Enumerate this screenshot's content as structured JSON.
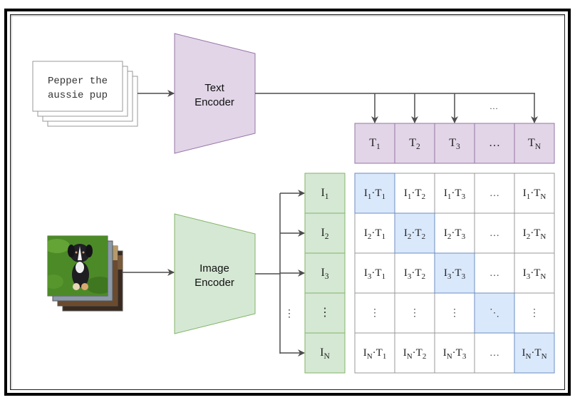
{
  "text_input": {
    "line1": "Pepper the",
    "line2": "aussie pup"
  },
  "image_input": {
    "description": "stack of photos, top photo shows a black-and-white puppy on grass"
  },
  "text_encoder": {
    "line1": "Text",
    "line2": "Encoder"
  },
  "image_encoder": {
    "line1": "Image",
    "line2": "Encoder"
  },
  "text_embeddings": {
    "labels": [
      {
        "base": "T",
        "sub": "1"
      },
      {
        "base": "T",
        "sub": "2"
      },
      {
        "base": "T",
        "sub": "3"
      },
      {
        "base": "…",
        "sub": ""
      },
      {
        "base": "T",
        "sub": "N"
      }
    ],
    "arrow_ellipsis": "…"
  },
  "image_embeddings": {
    "labels": [
      {
        "base": "I",
        "sub": "1"
      },
      {
        "base": "I",
        "sub": "2"
      },
      {
        "base": "I",
        "sub": "3"
      },
      {
        "base": "⋮",
        "sub": ""
      },
      {
        "base": "I",
        "sub": "N"
      }
    ],
    "arrow_ellipsis": "⋮"
  },
  "matrix": {
    "rows": [
      [
        {
          "i": "1",
          "t": "1"
        },
        {
          "i": "1",
          "t": "2"
        },
        {
          "i": "1",
          "t": "3"
        },
        {
          "text": "…"
        },
        {
          "i": "1",
          "t": "N"
        }
      ],
      [
        {
          "i": "2",
          "t": "1"
        },
        {
          "i": "2",
          "t": "2"
        },
        {
          "i": "2",
          "t": "3"
        },
        {
          "text": "…"
        },
        {
          "i": "2",
          "t": "N"
        }
      ],
      [
        {
          "i": "3",
          "t": "1"
        },
        {
          "i": "3",
          "t": "2"
        },
        {
          "i": "3",
          "t": "3"
        },
        {
          "text": "…"
        },
        {
          "i": "3",
          "t": "N"
        }
      ],
      [
        {
          "text": "⋮"
        },
        {
          "text": "⋮"
        },
        {
          "text": "⋮"
        },
        {
          "text": "⋱"
        },
        {
          "text": "⋮"
        }
      ],
      [
        {
          "i": "N",
          "t": "1"
        },
        {
          "i": "N",
          "t": "2"
        },
        {
          "i": "N",
          "t": "3"
        },
        {
          "text": "…"
        },
        {
          "i": "N",
          "t": "N"
        }
      ]
    ],
    "diagonal_highlighted": true
  },
  "colors": {
    "text_encoder_fill": "#e1d5e7",
    "text_encoder_stroke": "#9673a6",
    "image_encoder_fill": "#d5e8d4",
    "image_encoder_stroke": "#82b366",
    "diagonal_fill": "#dae8fc",
    "diagonal_stroke": "#6c8ebf",
    "arrow": "#4d4d4d",
    "cell_stroke": "#999999"
  }
}
